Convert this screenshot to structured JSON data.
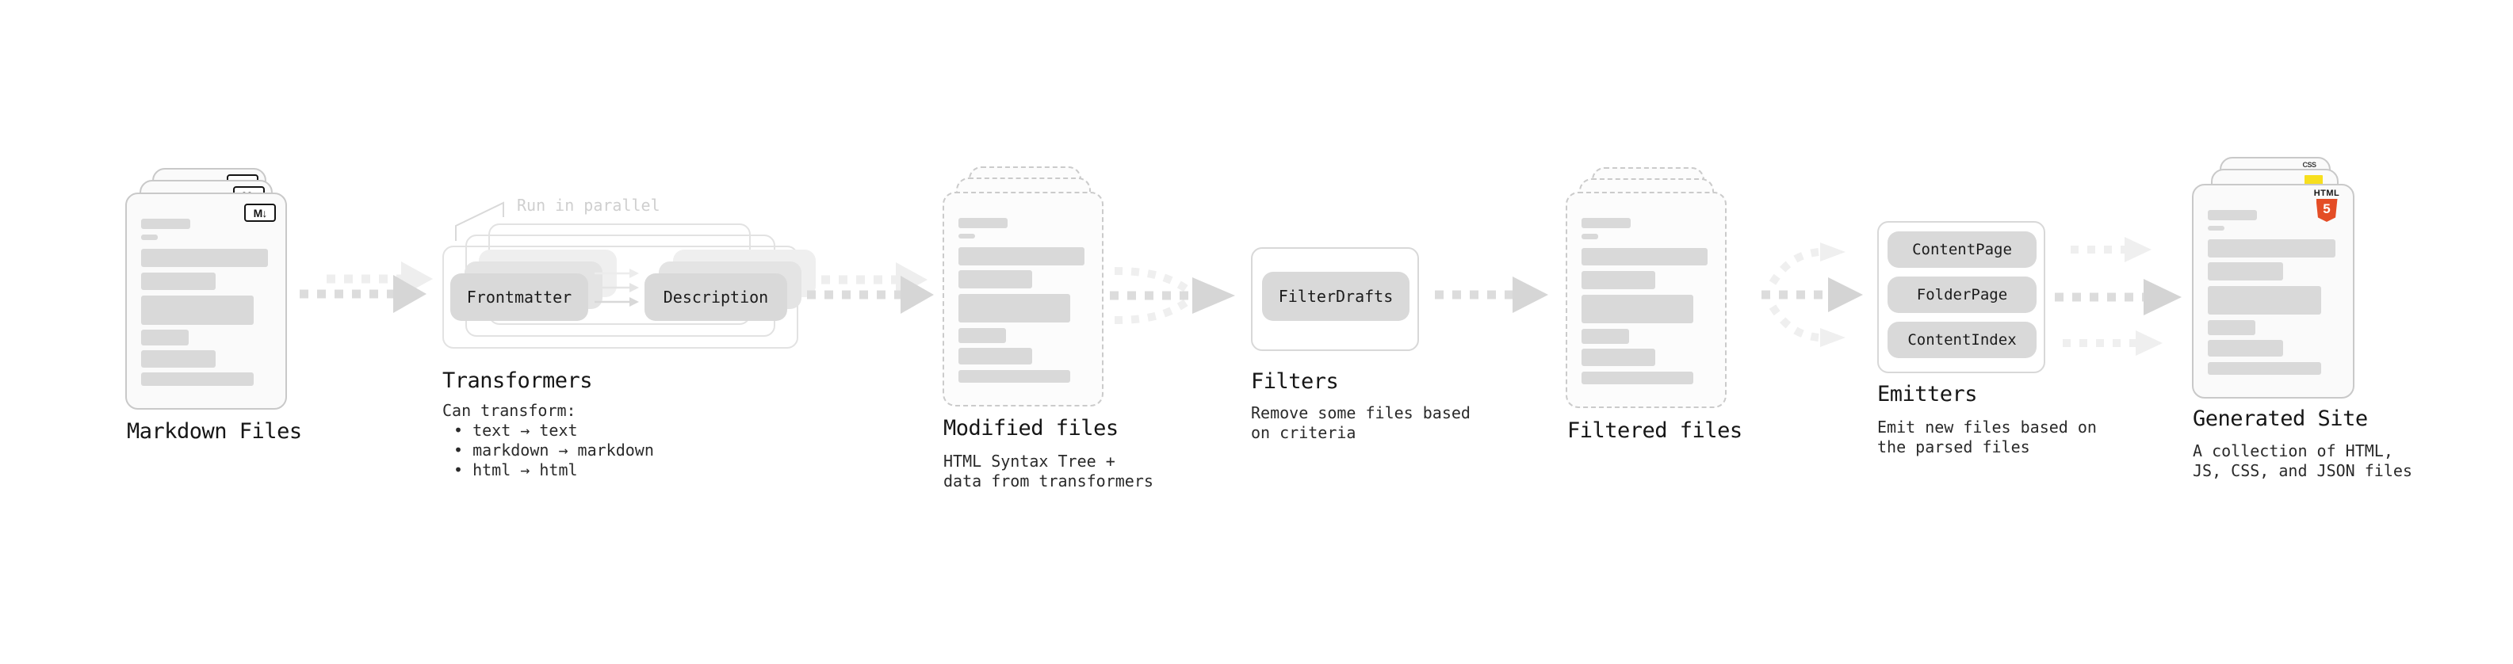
{
  "diagram": {
    "markdown": {
      "label": "Markdown Files",
      "badge": "M↓"
    },
    "transformers": {
      "label": "Transformers",
      "annotation": "Run in parallel",
      "buttons": [
        "Frontmatter",
        "Description"
      ],
      "note_title": "Can transform:",
      "bullets": [
        "• text → text",
        "• markdown → markdown",
        "• html → html"
      ]
    },
    "modified": {
      "label": "Modified files",
      "description": "HTML Syntax Tree +\ndata from transformers"
    },
    "filters": {
      "label": "Filters",
      "buttons": [
        "FilterDrafts"
      ],
      "description": "Remove some files based\non criteria"
    },
    "filtered": {
      "label": "Filtered files"
    },
    "emitters": {
      "label": "Emitters",
      "buttons": [
        "ContentPage",
        "FolderPage",
        "ContentIndex"
      ],
      "description": "Emit new files based on\nthe parsed files"
    },
    "generated": {
      "label": "Generated Site",
      "description": "A collection of HTML,\nJS, CSS, and JSON files",
      "badges": {
        "css": "CSS",
        "html_top": "HTML",
        "html_shield": "5"
      }
    }
  },
  "colors": {
    "html5_orange": "#e44d26",
    "js_yellow": "#f7df1e",
    "css_blue": "#2965f1"
  }
}
